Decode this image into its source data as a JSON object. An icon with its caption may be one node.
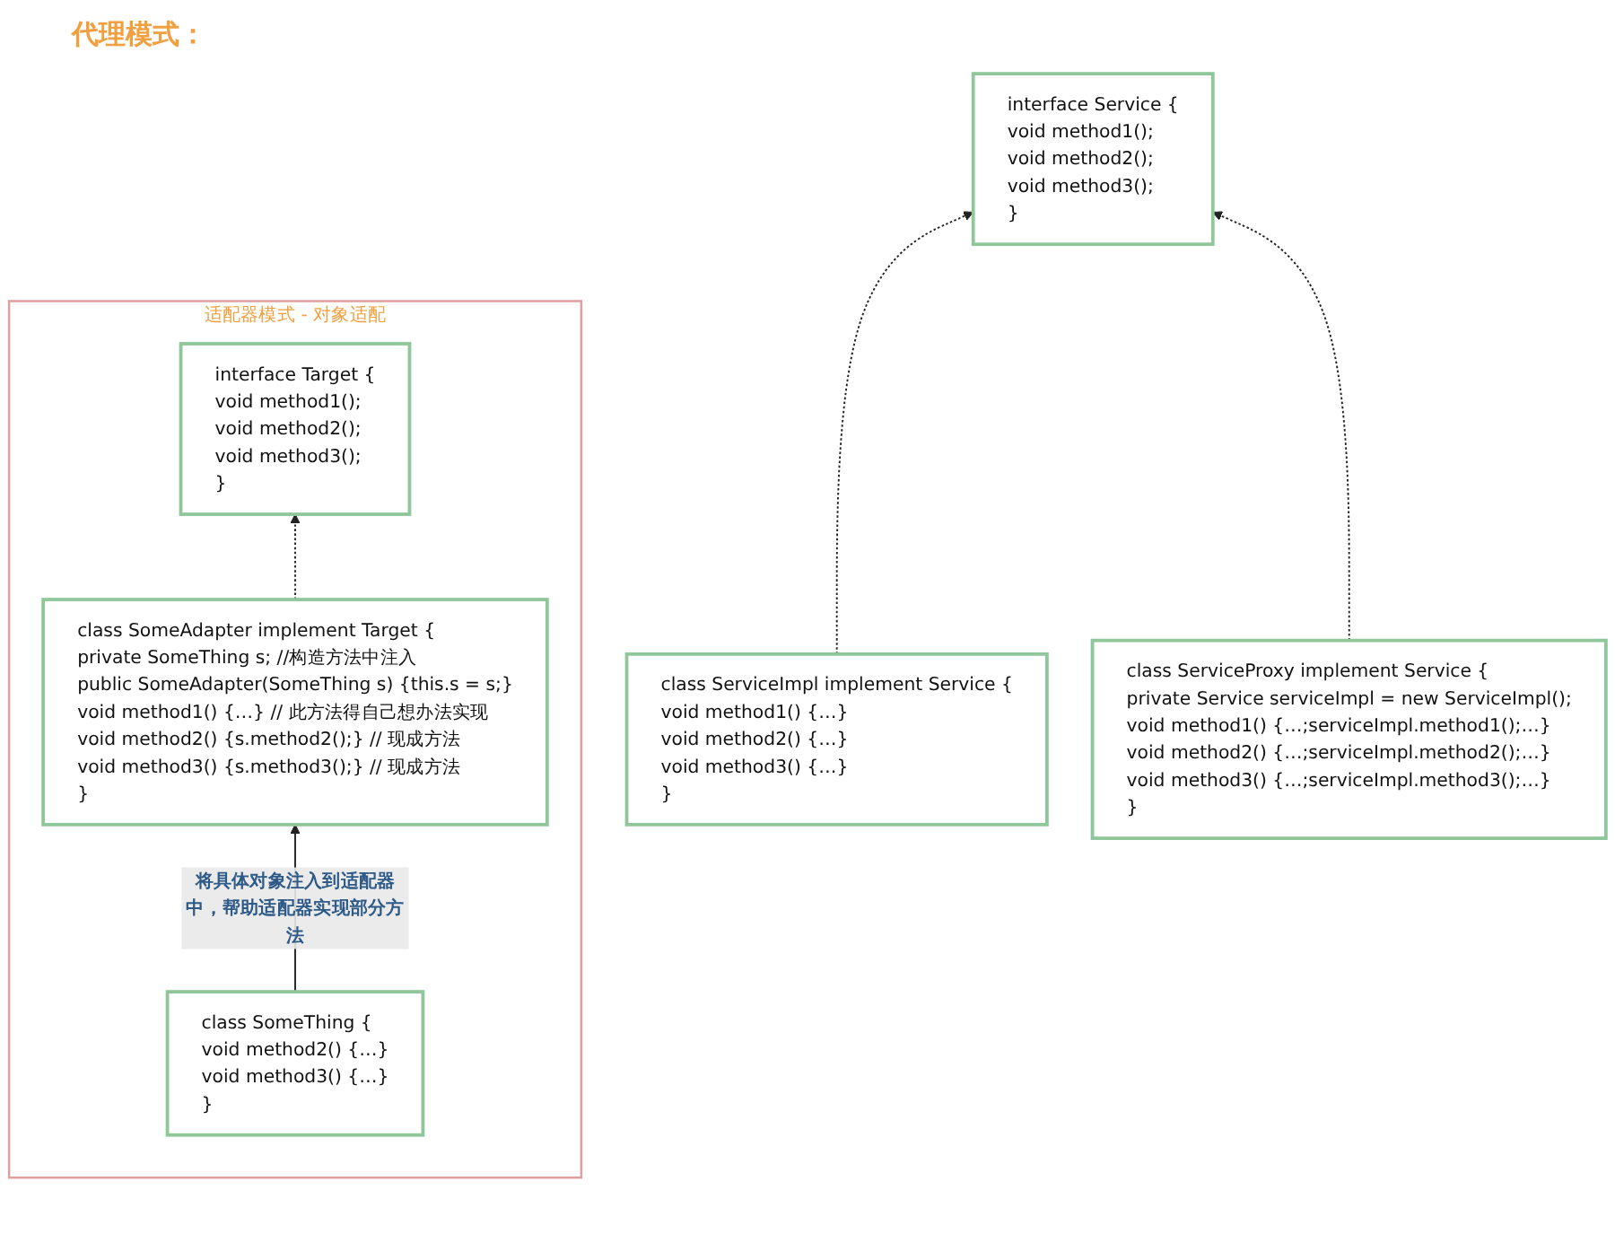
{
  "diagram": {
    "title": "代理模式：",
    "nodes": [
      {
        "text": [
          "interface Service {",
          "void method1();",
          "void method2();",
          "void method3();",
          "}"
        ]
      },
      {
        "text": [
          "class ServiceImpl implement Service {",
          "void method1() {…}",
          "void method2() {…}",
          "void method3() {…}",
          "}"
        ]
      },
      {
        "text": [
          "class ServiceProxy implement Service {",
          "private Service serviceImpl = new ServiceImpl();",
          "void method1() {…;serviceImpl.method1();…}",
          "void method2() {…;serviceImpl.method2();…}",
          "void method3() {…;serviceImpl.method3();…}",
          "}"
        ]
      },
      {
        "text": [
          "适配器模式 - 对象适配"
        ]
      },
      {
        "text": [
          "interface Target {",
          "void method1();",
          "void method2();",
          "void method3();",
          "}"
        ],
        "in": 3
      },
      {
        "text": [
          "class SomeAdapter implement Target {",
          "private SomeThing s; //构造方法中注入",
          "public SomeAdapter(SomeThing s) {this.s = s;}",
          "void method1() {…} // 此方法得自己想办法实现",
          "void method2() {s.method2();} // 现成方法",
          "void method3() {s.method3();} // 现成方法",
          "}"
        ],
        "in": 3
      },
      {
        "text": [
          "class SomeThing {",
          "void method2() {…}",
          "void method3() {…}",
          "}"
        ],
        "in": 3
      }
    ],
    "edges": [
      {
        "from": 1,
        "to": 0,
        "arrow": "to",
        "style": "dashed"
      },
      {
        "from": 2,
        "to": 0,
        "arrow": "to",
        "style": "dashed"
      },
      {
        "from": 5,
        "to": 4,
        "arrow": "to",
        "style": "dashed"
      },
      {
        "from": 6,
        "to": 5,
        "arrow": "to",
        "label": "将具体对象注入到适配器中，帮助适配器实现部分方法"
      }
    ]
  }
}
